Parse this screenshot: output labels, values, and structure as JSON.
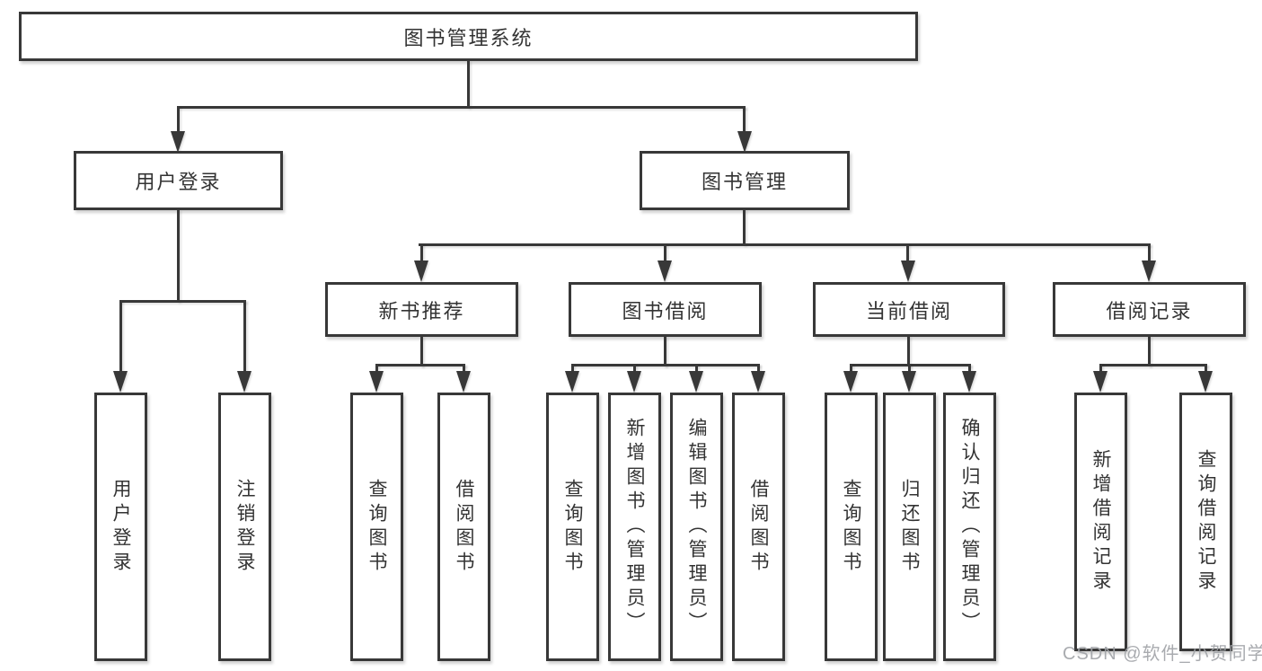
{
  "colors": {
    "line": "#383838",
    "box_border": "#383838",
    "box_fill": "#ffffff",
    "text": "#333333",
    "watermark": "#a0a3a7",
    "background": "#ffffff"
  },
  "watermark": {
    "text": "CSDN @软件_小贺同学"
  },
  "tree": {
    "label": "图书管理系统",
    "children": [
      {
        "label": "用户登录",
        "children": [
          {
            "label": "用户登录"
          },
          {
            "label": "注销登录"
          }
        ]
      },
      {
        "label": "图书管理",
        "children": [
          {
            "label": "新书推荐",
            "children": [
              {
                "label": "查询图书"
              },
              {
                "label": "借阅图书"
              }
            ]
          },
          {
            "label": "图书借阅",
            "children": [
              {
                "label": "查询图书"
              },
              {
                "label": "新增图书（管理员）"
              },
              {
                "label": "编辑图书（管理员）"
              },
              {
                "label": "借阅图书"
              }
            ]
          },
          {
            "label": "当前借阅",
            "children": [
              {
                "label": "查询图书"
              },
              {
                "label": "归还图书"
              },
              {
                "label": "确认归还（管理员）"
              }
            ]
          },
          {
            "label": "借阅记录",
            "children": [
              {
                "label": "新增借阅记录"
              },
              {
                "label": "查询借阅记录"
              }
            ]
          }
        ]
      }
    ]
  }
}
